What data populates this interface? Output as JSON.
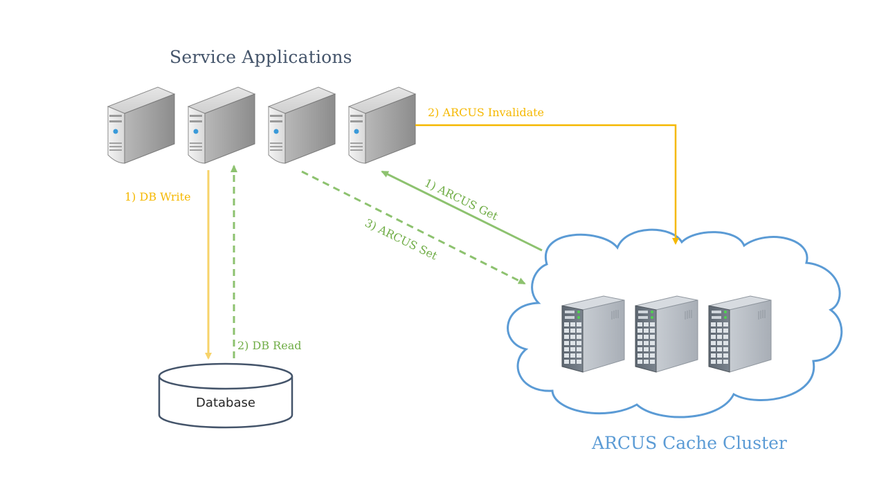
{
  "titles": {
    "service_applications": "Service Applications",
    "cache_cluster": "ARCUS Cache Cluster"
  },
  "database": {
    "label": "Database"
  },
  "flows": {
    "db_write": "1) DB Write",
    "db_read": "2) DB Read",
    "arcus_get": "1) ARCUS Get",
    "arcus_invalidate": "2) ARCUS Invalidate",
    "arcus_set": "3) ARCUS Set"
  },
  "colors": {
    "write_invalidate": "#f5b800",
    "read_get_set": "#8dc26f",
    "cloud_outline": "#5b9bd5",
    "service_title": "#44546a"
  },
  "icons": {
    "service_app": "desktop-server-icon",
    "cache_node": "rack-server-icon",
    "database": "database-cylinder-icon",
    "cloud": "cloud-icon"
  }
}
